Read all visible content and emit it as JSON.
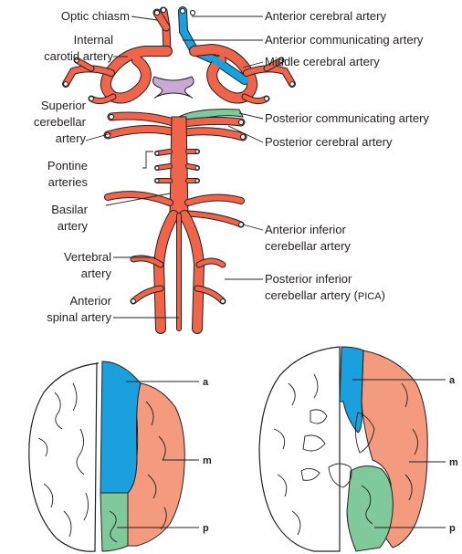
{
  "circle_of_willis": {
    "labels_left": {
      "optic_chiasm": "Optic chiasm",
      "internal_carotid_line1": "Internal",
      "internal_carotid_line2": "carotid artery",
      "superior_cerebellar_line1": "Superior",
      "superior_cerebellar_line2": "cerebellar",
      "superior_cerebellar_line3": "artery",
      "pontine_line1": "Pontine",
      "pontine_line2": "arteries",
      "basilar_line1": "Basilar",
      "basilar_line2": "artery",
      "vertebral_line1": "Vertebral",
      "vertebral_line2": "artery",
      "anterior_spinal_line1": "Anterior",
      "anterior_spinal_line2": "spinal artery"
    },
    "labels_right": {
      "anterior_cerebral": "Anterior cerebral artery",
      "anterior_communicating": "Anterior communicating artery",
      "middle_cerebral": "Middle cerebral artery",
      "posterior_communicating": "Posterior communicating artery",
      "posterior_cerebral": "Posterior cerebral artery",
      "aica_line1": "Anterior inferior",
      "aica_line2": "cerebellar artery",
      "pica_line1": "Posterior inferior",
      "pica_line2_main": "cerebellar artery (",
      "pica_abbrev": "PICA",
      "pica_line2_close": ")"
    }
  },
  "territory_maps": {
    "left_view": {
      "label_a": "a",
      "label_m": "m",
      "label_p": "p"
    },
    "right_view": {
      "label_a": "a",
      "label_m": "m",
      "label_p": "p"
    }
  },
  "colors": {
    "artery": "#f0644a",
    "anterior_cerebral": "#1aa0dc",
    "posterior_communicating": "#7fc99a",
    "optic_chiasm": "#c9a8d3",
    "territory_anterior": "#1aa0dc",
    "territory_middle": "#f39a7f",
    "territory_posterior": "#7fc99a"
  }
}
